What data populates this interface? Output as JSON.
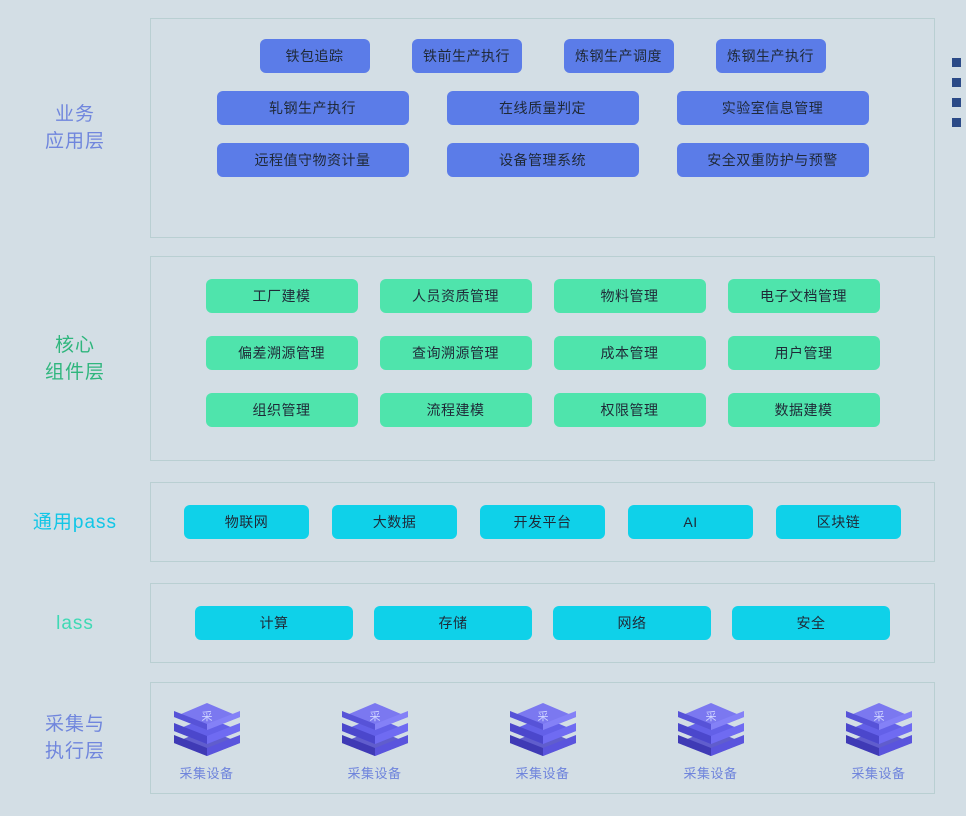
{
  "background": "#d3dee5",
  "palette": {
    "blue": "#5b7ce8",
    "green": "#4fe4ac",
    "cyan": "#0fd1e9",
    "panel_border": "#b9cfd2",
    "label_biz": "#7086dd",
    "label_core": "#2fb67d",
    "label_paas": "#12c6e6",
    "label_iaas": "#3fd9b4",
    "label_edge": "#7086dd",
    "device_label": "#6f84dc",
    "marker": "#2b4a87"
  },
  "layers": {
    "business": {
      "label": "业务\n应用层",
      "rows": [
        [
          "铁包追踪",
          "铁前生产执行",
          "炼钢生产调度",
          "炼钢生产执行"
        ],
        [
          "轧钢生产执行",
          "在线质量判定",
          "实验室信息管理"
        ],
        [
          "远程值守物资计量",
          "设备管理系统",
          "安全双重防护与预警"
        ]
      ]
    },
    "core": {
      "label": "核心\n组件层",
      "rows": [
        [
          "工厂建模",
          "人员资质管理",
          "物料管理",
          "电子文档管理"
        ],
        [
          "偏差溯源管理",
          "查询溯源管理",
          "成本管理",
          "用户管理"
        ],
        [
          "组织管理",
          "流程建模",
          "权限管理",
          "数据建模"
        ]
      ]
    },
    "paas": {
      "label": "通用pass",
      "rows": [
        [
          "物联网",
          "大数据",
          "开发平台",
          "AI",
          "区块链"
        ]
      ]
    },
    "iaas": {
      "label": "lass",
      "rows": [
        [
          "计算",
          "存储",
          "网络",
          "安全"
        ]
      ]
    },
    "edge": {
      "label": "采集与\n执行层",
      "devices": [
        {
          "label": "采集设备",
          "glyph": "采"
        },
        {
          "label": "采集设备",
          "glyph": "采"
        },
        {
          "label": "采集设备",
          "glyph": "采"
        },
        {
          "label": "采集设备",
          "glyph": "采"
        },
        {
          "label": "采集设备",
          "glyph": "采"
        }
      ]
    }
  },
  "edge_markers": [
    1,
    2,
    3,
    4
  ]
}
